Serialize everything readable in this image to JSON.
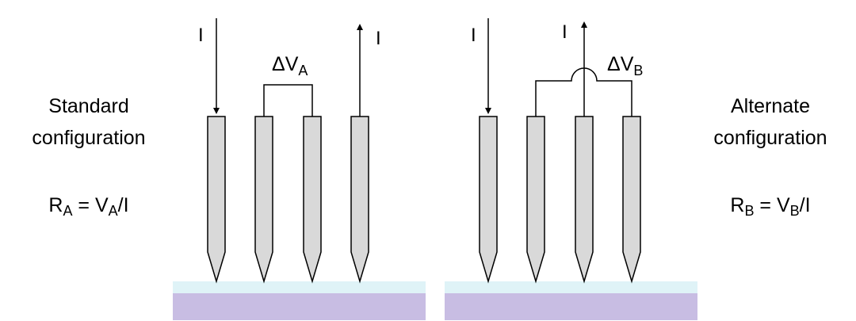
{
  "colors": {
    "probe_fill": "#d9d9d9",
    "film": "#dff3f7",
    "substrate": "#c8bde3",
    "line": "#000000"
  },
  "left_panel": {
    "config_line1": "Standard",
    "config_line2": "configuration",
    "equation": {
      "lhs": "R",
      "lhs_sub": "A",
      "equals": " = V",
      "rhs_sub": "A",
      "tail": "/I"
    },
    "current_in": "I",
    "current_out": "I",
    "voltage_label": "ΔV",
    "voltage_sub": "A"
  },
  "right_panel": {
    "config_line1": "Alternate",
    "config_line2": "configuration",
    "equation": {
      "lhs": "R",
      "lhs_sub": "B",
      "equals": " = V",
      "rhs_sub": "B",
      "tail": "/I"
    },
    "current_in": "I",
    "current_out": "I",
    "voltage_label": "ΔV",
    "voltage_sub": "B"
  }
}
